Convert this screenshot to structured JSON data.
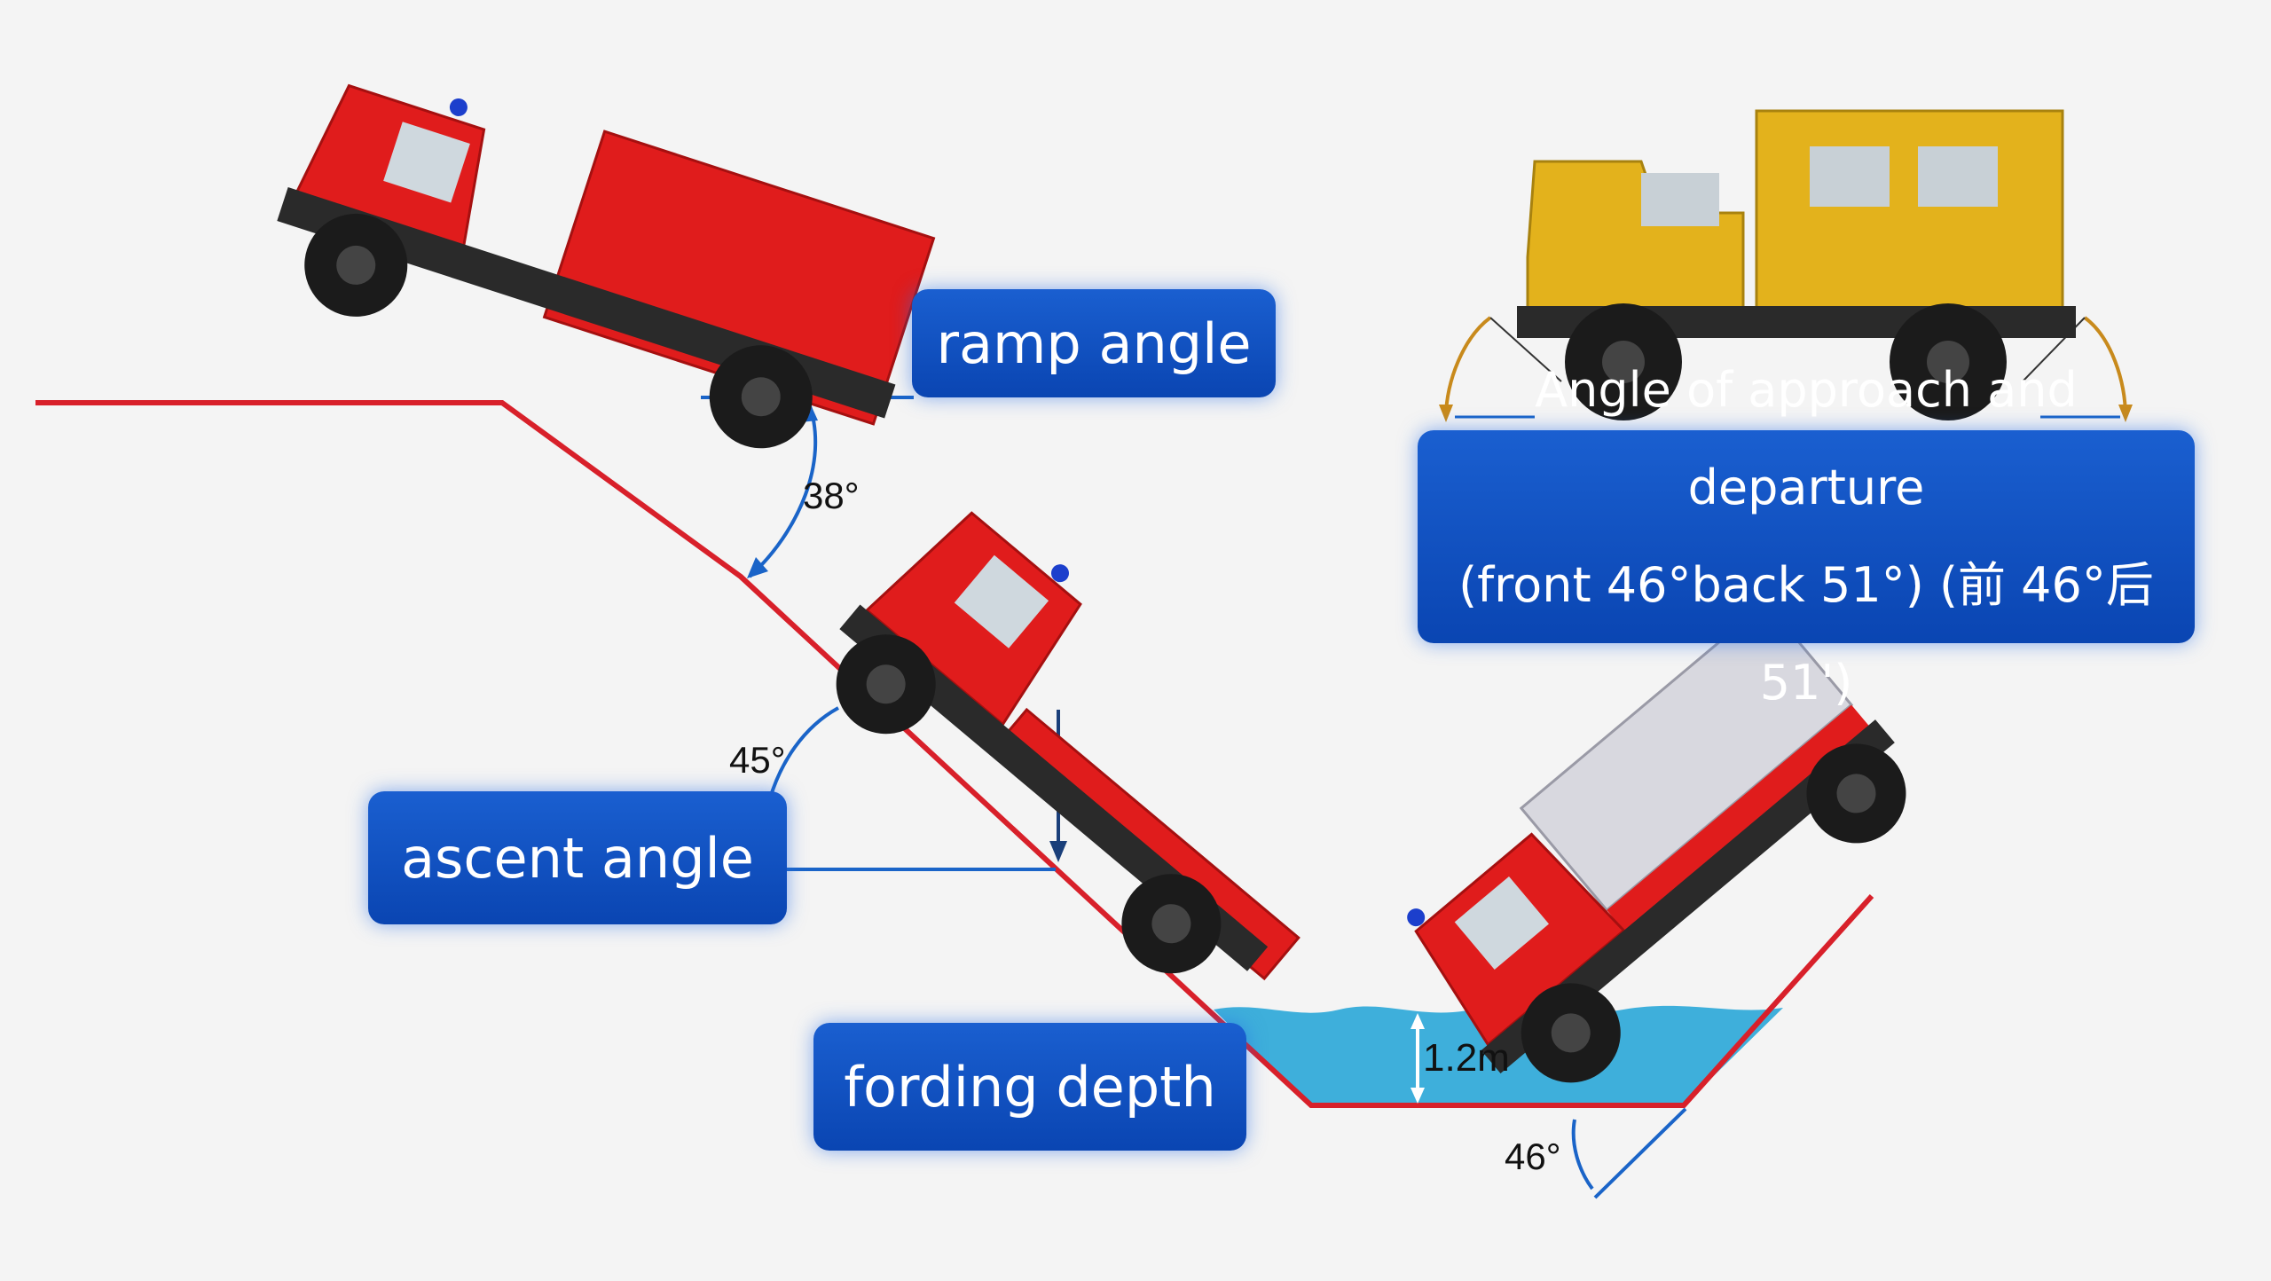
{
  "labels": {
    "ramp": "ramp angle",
    "ascent": "ascent angle",
    "fording": "fording depth",
    "approach_line1": "Angle of approach and departure",
    "approach_line2": "(front 46°back 51°) (前 46°后 51')"
  },
  "angles": {
    "ramp": "38°",
    "ascent": "45°",
    "exit": "46°"
  },
  "depth": "1.2m",
  "colors": {
    "terrain_line": "#d8202a",
    "water": "#2aa7d8",
    "label_bg": "#0f4fc0",
    "truck_red": "#e01c1c",
    "truck_yellow": "#e3b21c",
    "measure_blue": "#1a64c8"
  }
}
